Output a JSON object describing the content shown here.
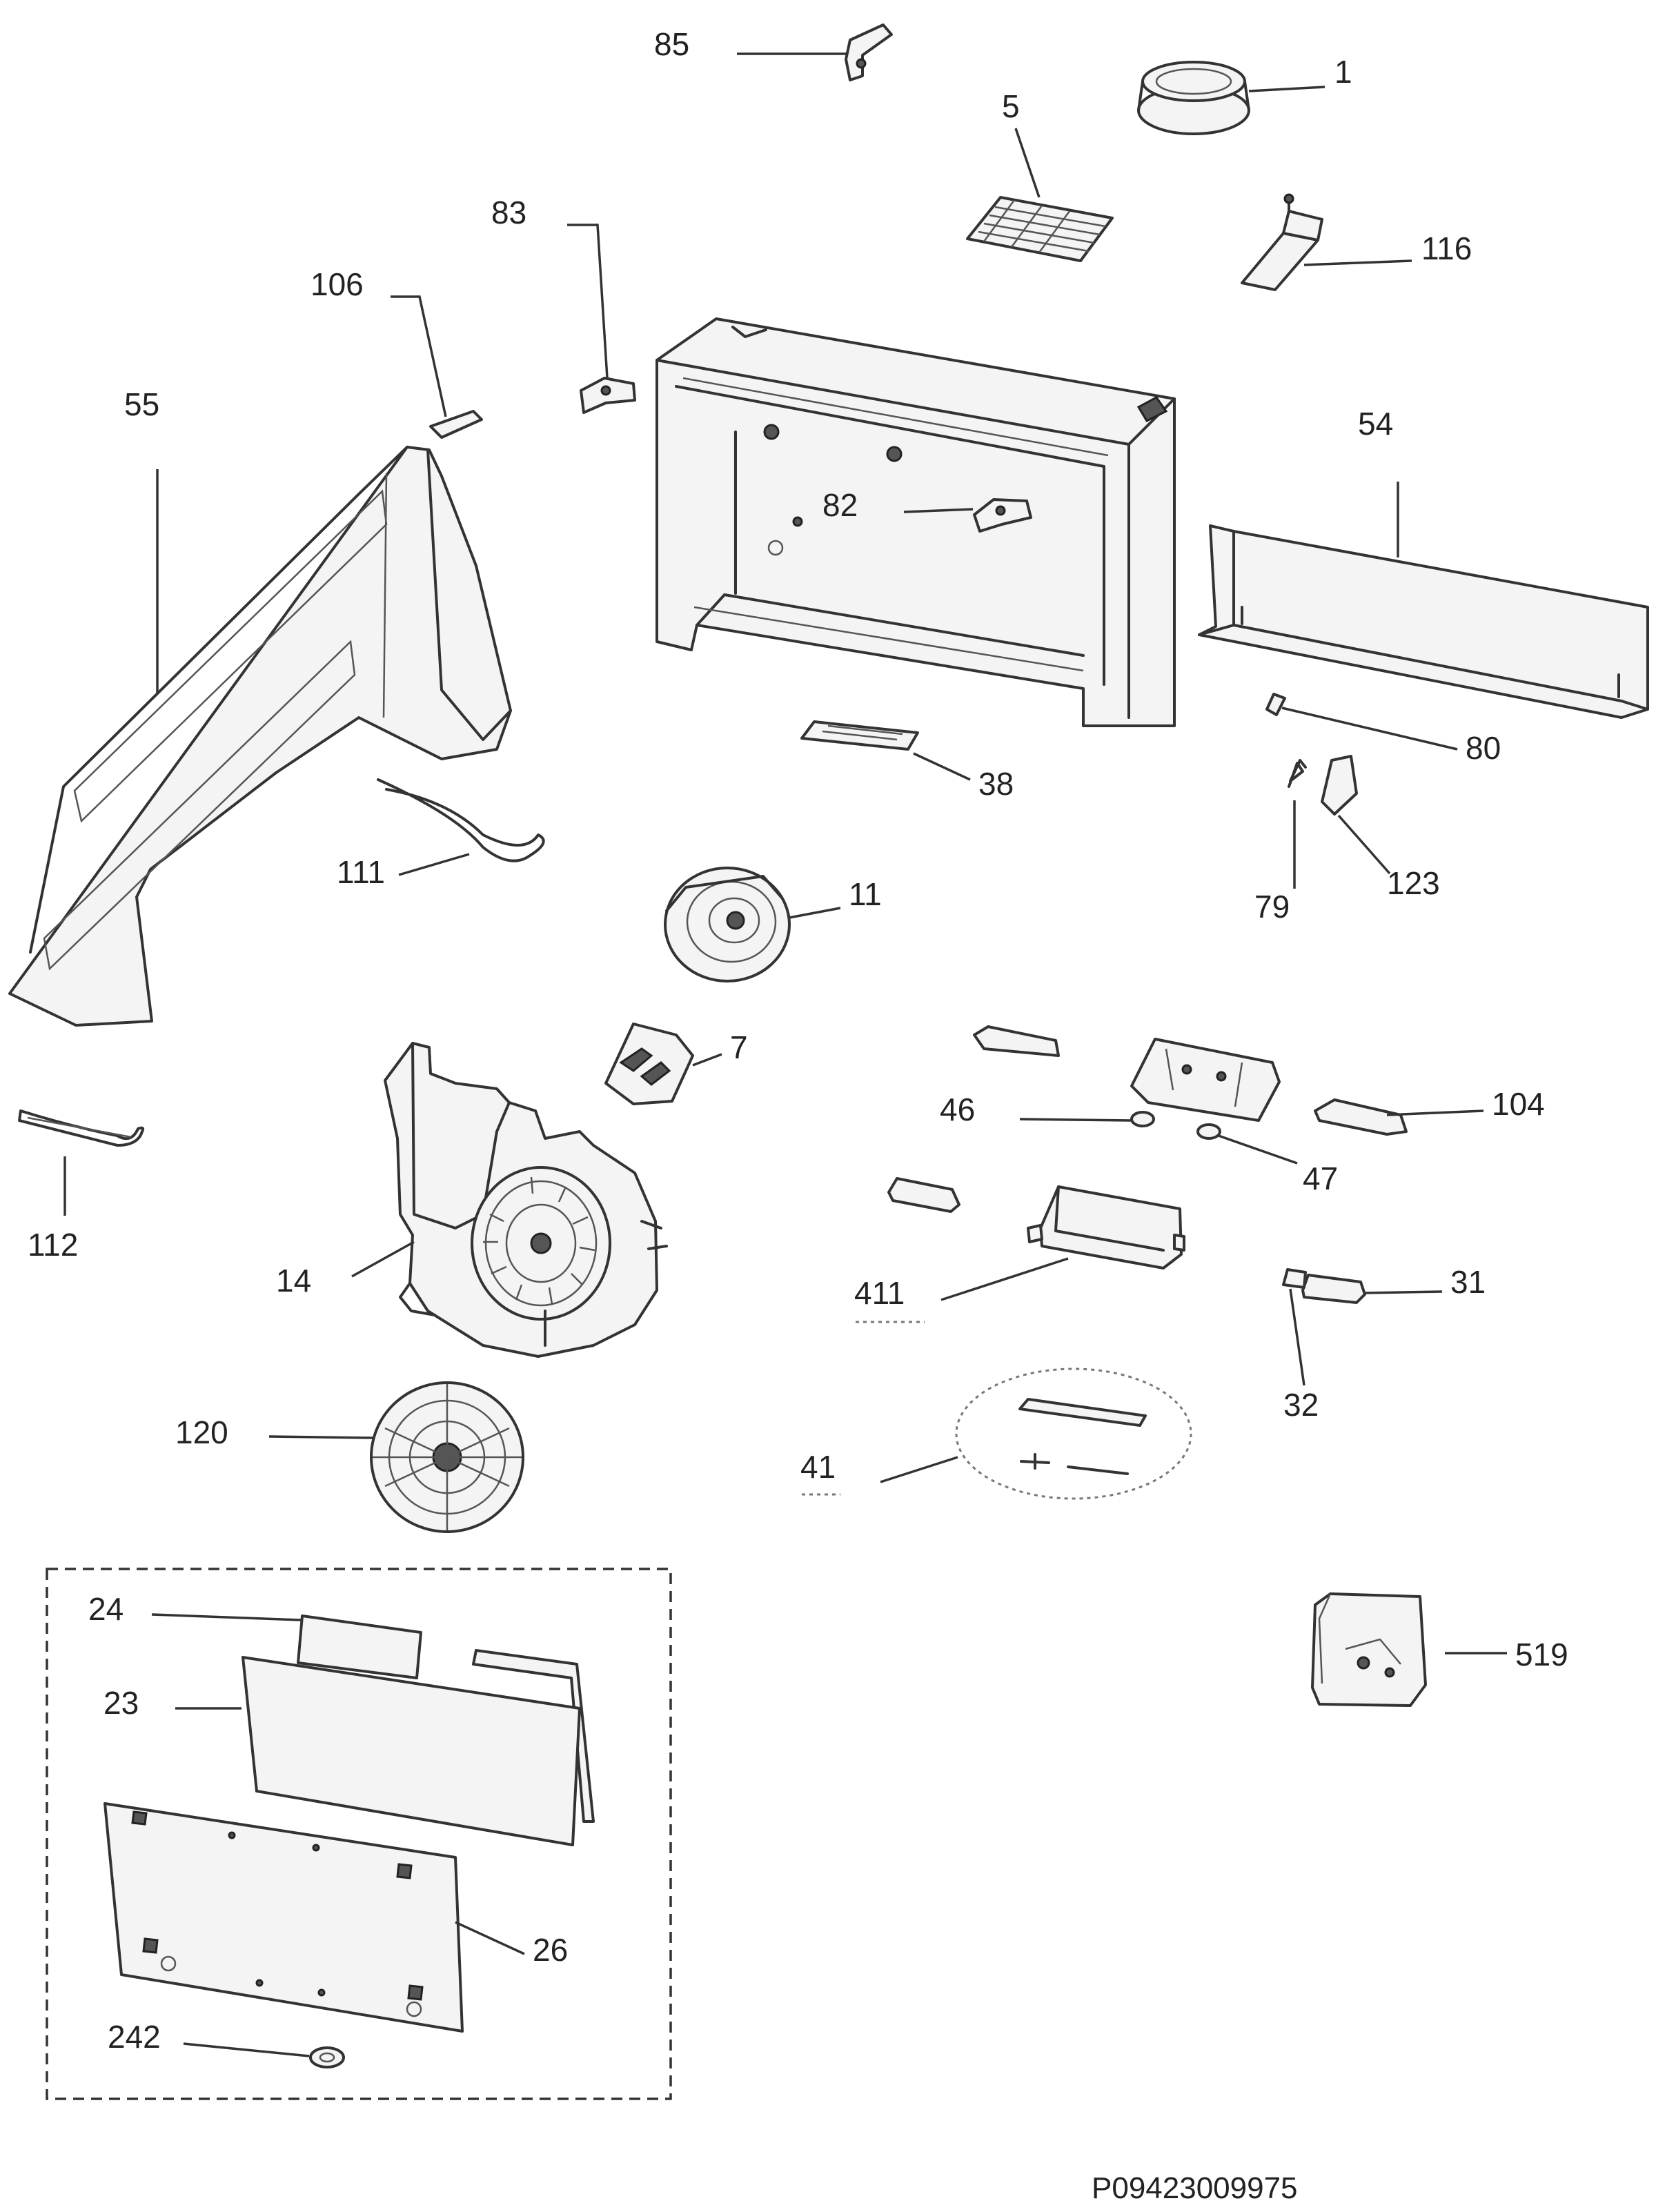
{
  "diagram_code": "P09423009975",
  "labels": {
    "l85": "85",
    "l1": "1",
    "l5": "5",
    "l83": "83",
    "l106": "106",
    "l116": "116",
    "l55": "55",
    "l54": "54",
    "l82": "82",
    "l38": "38",
    "l80": "80",
    "l111": "111",
    "l11": "11",
    "l79": "79",
    "l123": "123",
    "l7": "7",
    "l46": "46",
    "l104": "104",
    "l47": "47",
    "l112": "112",
    "l14": "14",
    "l411": "411",
    "l31": "31",
    "l32": "32",
    "l120": "120",
    "l41": "41",
    "l24": "24",
    "l23": "23",
    "l519": "519",
    "l26": "26",
    "l242": "242"
  }
}
